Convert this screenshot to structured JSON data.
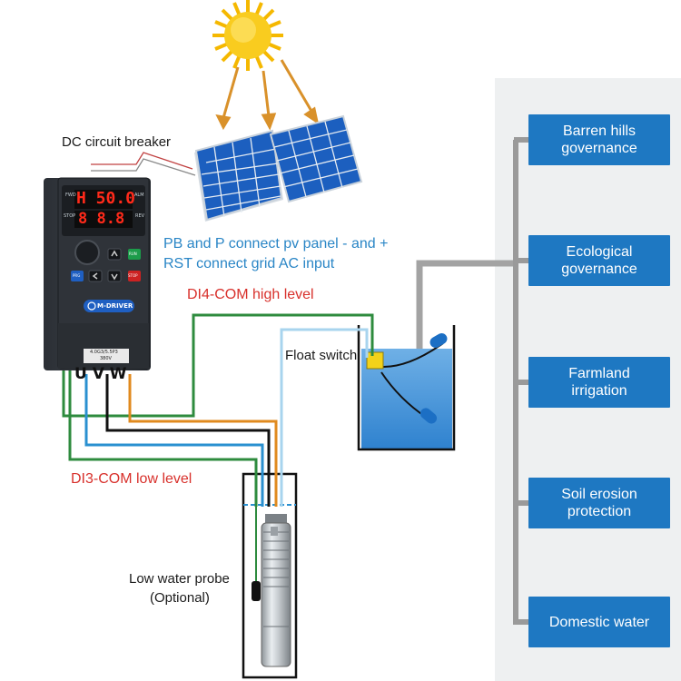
{
  "labels": {
    "dc_breaker": "DC circuit breaker",
    "pb_p": "PB and P connect pv panel  -  and +",
    "rst": "RST connect grid AC input",
    "di4": "DI4-COM high level",
    "di3": "DI3-COM low level",
    "float_switch": "Float switch",
    "low_probe_1": "Low water probe",
    "low_probe_2": "(Optional)"
  },
  "inverter": {
    "display_top": "H 50.0",
    "display_bottom": "8 8.8",
    "brand": "M-DRIVER",
    "model_line1": "4.0G3/5.5P3",
    "model_line2": "380V",
    "terminals": "U V W",
    "led_fwd": "FWD",
    "led_alm": "ALM",
    "led_stop": "STOP",
    "led_rev": "REV",
    "key_run": "RUN",
    "key_prg": "PRG",
    "key_stop": "STOP"
  },
  "applications": [
    {
      "line1": "Barren hills",
      "line2": "governance"
    },
    {
      "line1": "Ecological",
      "line2": "governance"
    },
    {
      "line1": "Farmland",
      "line2": "irrigation"
    },
    {
      "line1": "Soil erosion",
      "line2": "protection"
    },
    {
      "line1": "Domestic water",
      "line2": ""
    }
  ],
  "colors": {
    "app_box": "#1e78c2",
    "label_blue": "#2a86c6",
    "label_red": "#d8302b",
    "wire_green": "#2e8b3e",
    "wire_blue": "#2a90d0",
    "wire_black": "#111111",
    "wire_orange": "#e08a1e",
    "wire_lightblue": "#a8d4ee",
    "pipe_gray": "#a0a0a0",
    "sun": "#f7c21a",
    "panel": "#1f63c4",
    "tank_water": "#3a8fd8"
  },
  "icons": [
    "sun-icon",
    "solar-panel-icon",
    "inverter-icon",
    "water-tank-icon",
    "float-switch-icon",
    "submersible-pump-icon"
  ]
}
